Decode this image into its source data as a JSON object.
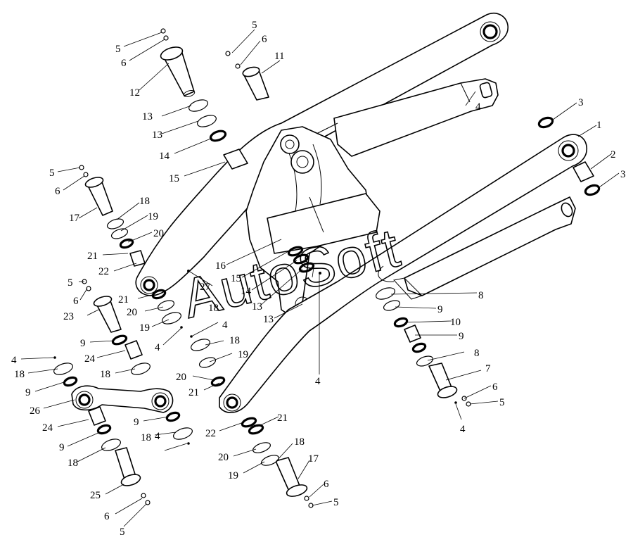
{
  "watermark": "AutoSoft",
  "callouts": [
    "1",
    "2",
    "3",
    "3",
    "4",
    "4",
    "4",
    "4",
    "4",
    "4",
    "4",
    "5",
    "5",
    "5",
    "5",
    "5",
    "5",
    "5",
    "6",
    "6",
    "6",
    "6",
    "6",
    "6",
    "6",
    "7",
    "8",
    "8",
    "9",
    "9",
    "9",
    "9",
    "9",
    "9",
    "10",
    "11",
    "12",
    "13",
    "13",
    "13",
    "13",
    "14",
    "14",
    "15",
    "15",
    "16",
    "17",
    "17",
    "18",
    "18",
    "18",
    "18",
    "18",
    "18",
    "18",
    "18",
    "19",
    "19",
    "19",
    "19",
    "20",
    "20",
    "20",
    "20",
    "21",
    "21",
    "21",
    "21",
    "22",
    "22",
    "23",
    "24",
    "24",
    "25",
    "26",
    "27"
  ]
}
